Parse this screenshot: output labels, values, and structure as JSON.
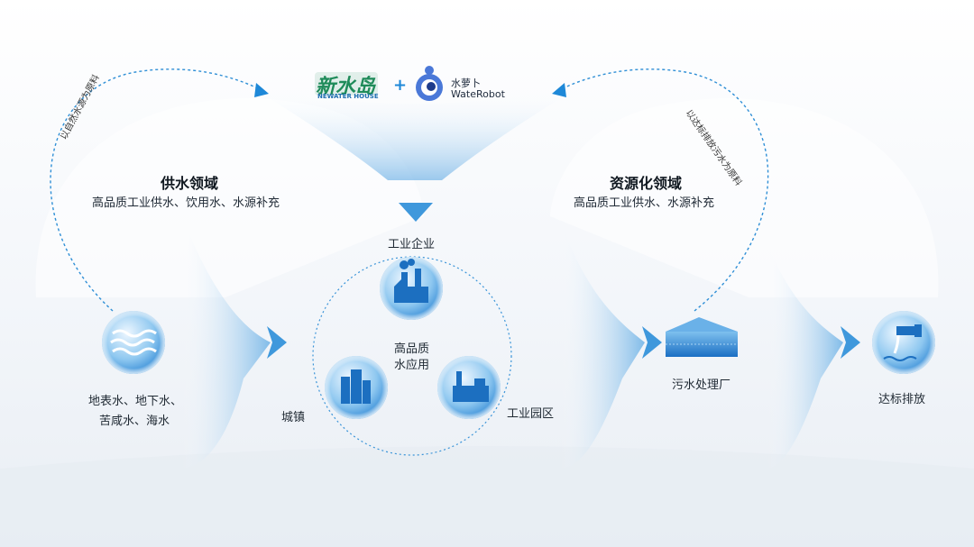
{
  "logos": {
    "newater_cn": "新水岛",
    "newater_en": "NEWATER HOUSE",
    "plus": "+",
    "waterobot_cn": "水萝卜",
    "waterobot_en": "WateRobot"
  },
  "left": {
    "arc_label": "以自然水源为原料",
    "title": "供水领域",
    "subtitle": "高品质工业供水、饮用水、水源补充",
    "source_line1": "地表水、地下水、",
    "source_line2": "苦咸水、海水"
  },
  "center": {
    "top_label": "工业企业",
    "core_line1": "高品质",
    "core_line2": "水应用",
    "left_label": "城镇",
    "right_label": "工业园区"
  },
  "right": {
    "arc_label": "以达标排放污水为原料",
    "title": "资源化领域",
    "subtitle": "高品质工业供水、水源补充",
    "plant_label": "污水处理厂",
    "discharge_label": "达标排放"
  },
  "colors": {
    "accent": "#1e88d8",
    "dash": "#2f8fd6",
    "arrow_light": "#e3eef8"
  }
}
